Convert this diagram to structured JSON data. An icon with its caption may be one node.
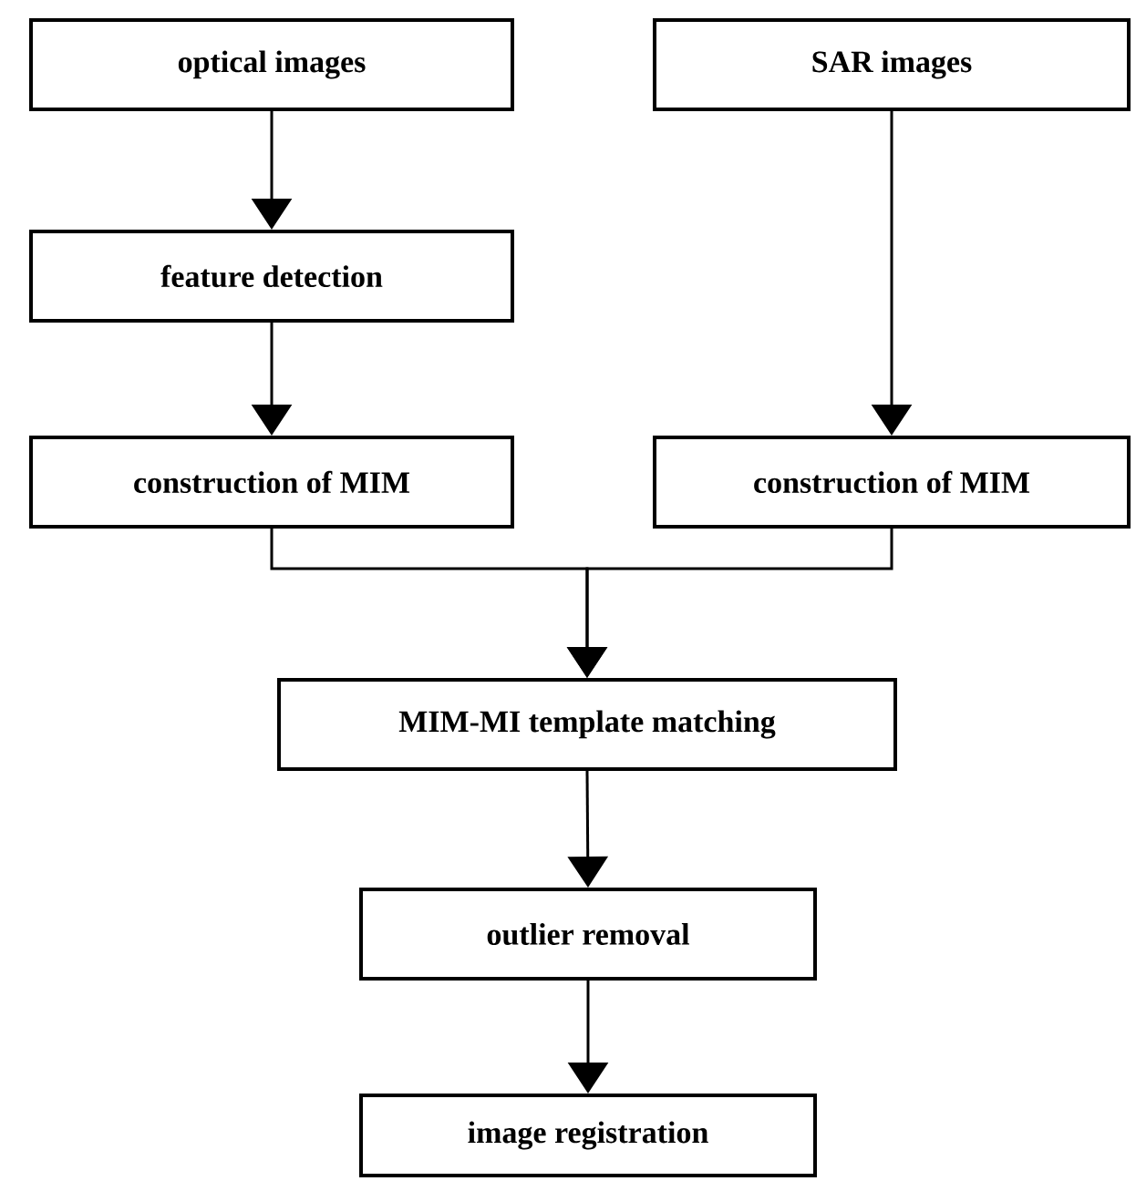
{
  "diagram": {
    "nodes": [
      {
        "text": [
          "optical images"
        ]
      },
      {
        "text": [
          "SAR images"
        ]
      },
      {
        "text": [
          "feature detection"
        ]
      },
      {
        "text": [
          "construction of MIM"
        ]
      },
      {
        "text": [
          "construction of MIM"
        ]
      },
      {
        "text": [
          "MIM-MI template matching"
        ]
      },
      {
        "text": [
          "outlier removal"
        ]
      },
      {
        "text": [
          "image registration"
        ]
      }
    ],
    "edges": [
      {
        "from": 0,
        "to": 2,
        "arrow": "to"
      },
      {
        "from": 2,
        "to": 3,
        "arrow": "to"
      },
      {
        "from": 1,
        "to": 4,
        "arrow": "to"
      },
      {
        "from": 3,
        "to": 5,
        "arrow": "to"
      },
      {
        "from": 4,
        "to": 5,
        "arrow": "to"
      },
      {
        "from": 5,
        "to": 6,
        "arrow": "to"
      },
      {
        "from": 6,
        "to": 7,
        "arrow": "to"
      }
    ]
  }
}
